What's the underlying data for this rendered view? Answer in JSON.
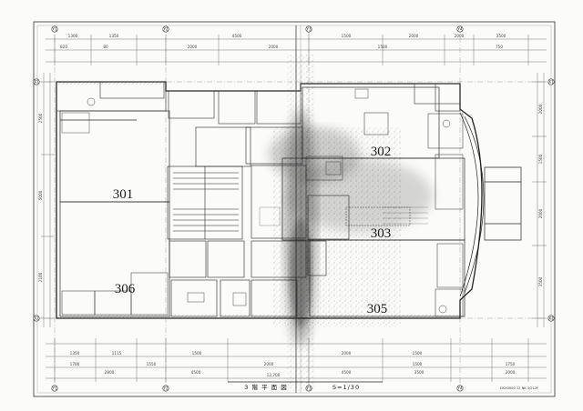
{
  "drawing": {
    "title": "3 階 平 面 図",
    "scale": "S=1/30",
    "stamp": "DSX0000 12 NK 3/2L2F"
  },
  "rooms": [
    {
      "id": "r301",
      "label": "301"
    },
    {
      "id": "r302",
      "label": "302"
    },
    {
      "id": "r303",
      "label": "303"
    },
    {
      "id": "r305",
      "label": "305"
    },
    {
      "id": "r306",
      "label": "306"
    }
  ],
  "grid": {
    "columns": [
      "Y1",
      "Y2",
      "Y3",
      "Y4"
    ],
    "rows": [
      "X1",
      "X2"
    ]
  },
  "dimensions_top": {
    "upper": [
      "1300",
      "1350",
      "4500",
      "1500",
      "2000",
      "2000",
      "3500"
    ],
    "lower": [
      "820",
      "80",
      "2000",
      "2000",
      "1500",
      "750"
    ]
  },
  "dimensions_bottom": {
    "upper": [
      "1350",
      "1115",
      "1500",
      "2000",
      "1500"
    ],
    "middle": [
      "1700",
      "1550",
      "2000",
      "1500",
      "1750"
    ],
    "lower": [
      "2800",
      "4500",
      "4500",
      "3500",
      "2000"
    ],
    "total": "12,700"
  },
  "dimensions_left": [
    "2500",
    "5000",
    "2100"
  ],
  "dimensions_right": [
    "2000",
    "1500",
    "2000",
    "3500"
  ],
  "colors": {
    "line": "#2a2a2a",
    "fold": "#555555",
    "smudge": "#1d1d1d"
  }
}
